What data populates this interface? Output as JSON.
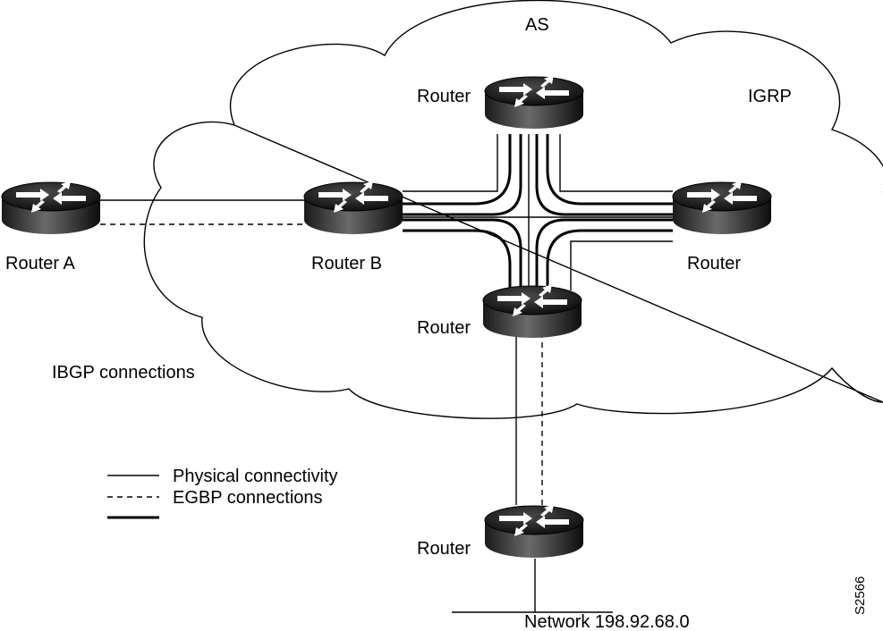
{
  "diagram": {
    "cloud_label": "AS",
    "protocol_label": "IGRP",
    "routers": {
      "a": "Router A",
      "b": "Router B",
      "top": "Router",
      "right": "Router",
      "bottom": "Router",
      "external": "Router"
    },
    "ibgp_label": "IBGP connections",
    "legend": {
      "physical": "Physical connectivity",
      "egbp": "EGBP connections"
    },
    "network_label": "Network 198.92.68.0",
    "figure_id": "S2566"
  }
}
